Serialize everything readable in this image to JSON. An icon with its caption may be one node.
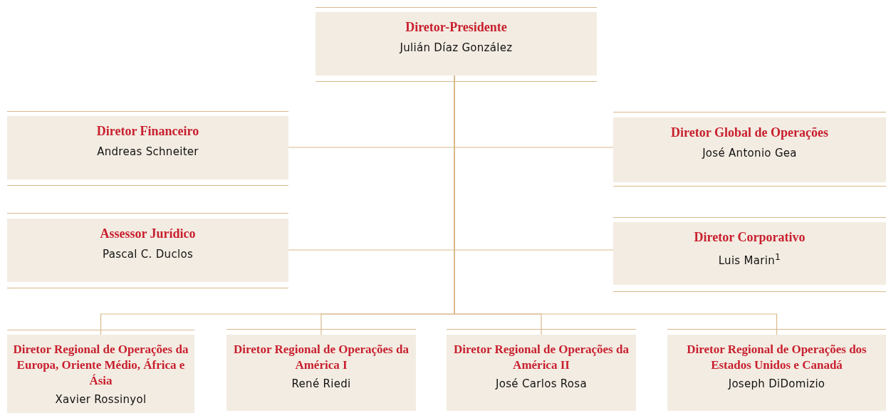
{
  "diagram": {
    "nodes": [
      {
        "text": [
          "Diretor-Presidente",
          "Julián Díaz González"
        ]
      },
      {
        "text": [
          "Diretor Financeiro",
          "Andreas Schneiter"
        ]
      },
      {
        "text": [
          "Diretor Global de Operações",
          "José Antonio Gea"
        ]
      },
      {
        "text": [
          "Assessor Jurídico",
          "Pascal C. Duclos"
        ]
      },
      {
        "text": [
          "Diretor Corporativo",
          "Luis Marin$^{1}$"
        ]
      },
      {
        "text": [
          "Diretor Regional de Operações da Europa, Oriente Médio, África e Ásia",
          "Xavier Rossinyol"
        ]
      },
      {
        "text": [
          "Diretor Regional de Operações da América I",
          "René Riedi"
        ]
      },
      {
        "text": [
          "Diretor Regional de Operações da América II",
          "José Carlos Rosa"
        ]
      },
      {
        "text": [
          "Diretor Regional de Operações dos Estados Unidos e Canadá",
          "Joseph DiDomizio"
        ]
      }
    ],
    "edges": [
      {
        "from": 0,
        "to": 1,
        "arrow": "none"
      },
      {
        "from": 0,
        "to": 2,
        "arrow": "none"
      },
      {
        "from": 0,
        "to": 3,
        "arrow": "none"
      },
      {
        "from": 0,
        "to": 4,
        "arrow": "none"
      },
      {
        "from": 0,
        "to": 5,
        "arrow": "none"
      },
      {
        "from": 0,
        "to": 6,
        "arrow": "none"
      },
      {
        "from": 0,
        "to": 7,
        "arrow": "none"
      },
      {
        "from": 0,
        "to": 8,
        "arrow": "none"
      }
    ]
  }
}
